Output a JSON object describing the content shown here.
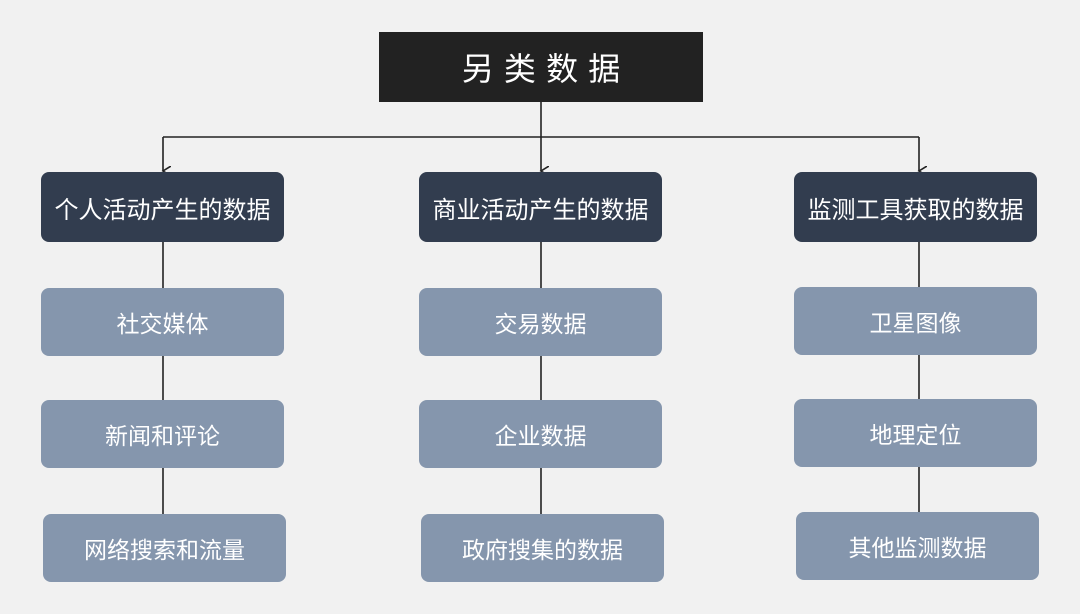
{
  "diagram": {
    "root": {
      "label": "另 类 数 据"
    },
    "categories": [
      {
        "label": "个人活动产生的数据",
        "items": [
          "社交媒体",
          "新闻和评论",
          "网络搜索和流量"
        ]
      },
      {
        "label": "商业活动产生的数据",
        "items": [
          "交易数据",
          "企业数据",
          "政府搜集的数据"
        ]
      },
      {
        "label": "监测工具获取的数据",
        "items": [
          "卫星图像",
          "地理定位",
          "其他监测数据"
        ]
      }
    ]
  },
  "colors": {
    "background": "#f1f1f1",
    "root_fill": "#222222",
    "category_fill": "#323d4f",
    "item_fill": "#8596ad",
    "connector": "#222222"
  }
}
